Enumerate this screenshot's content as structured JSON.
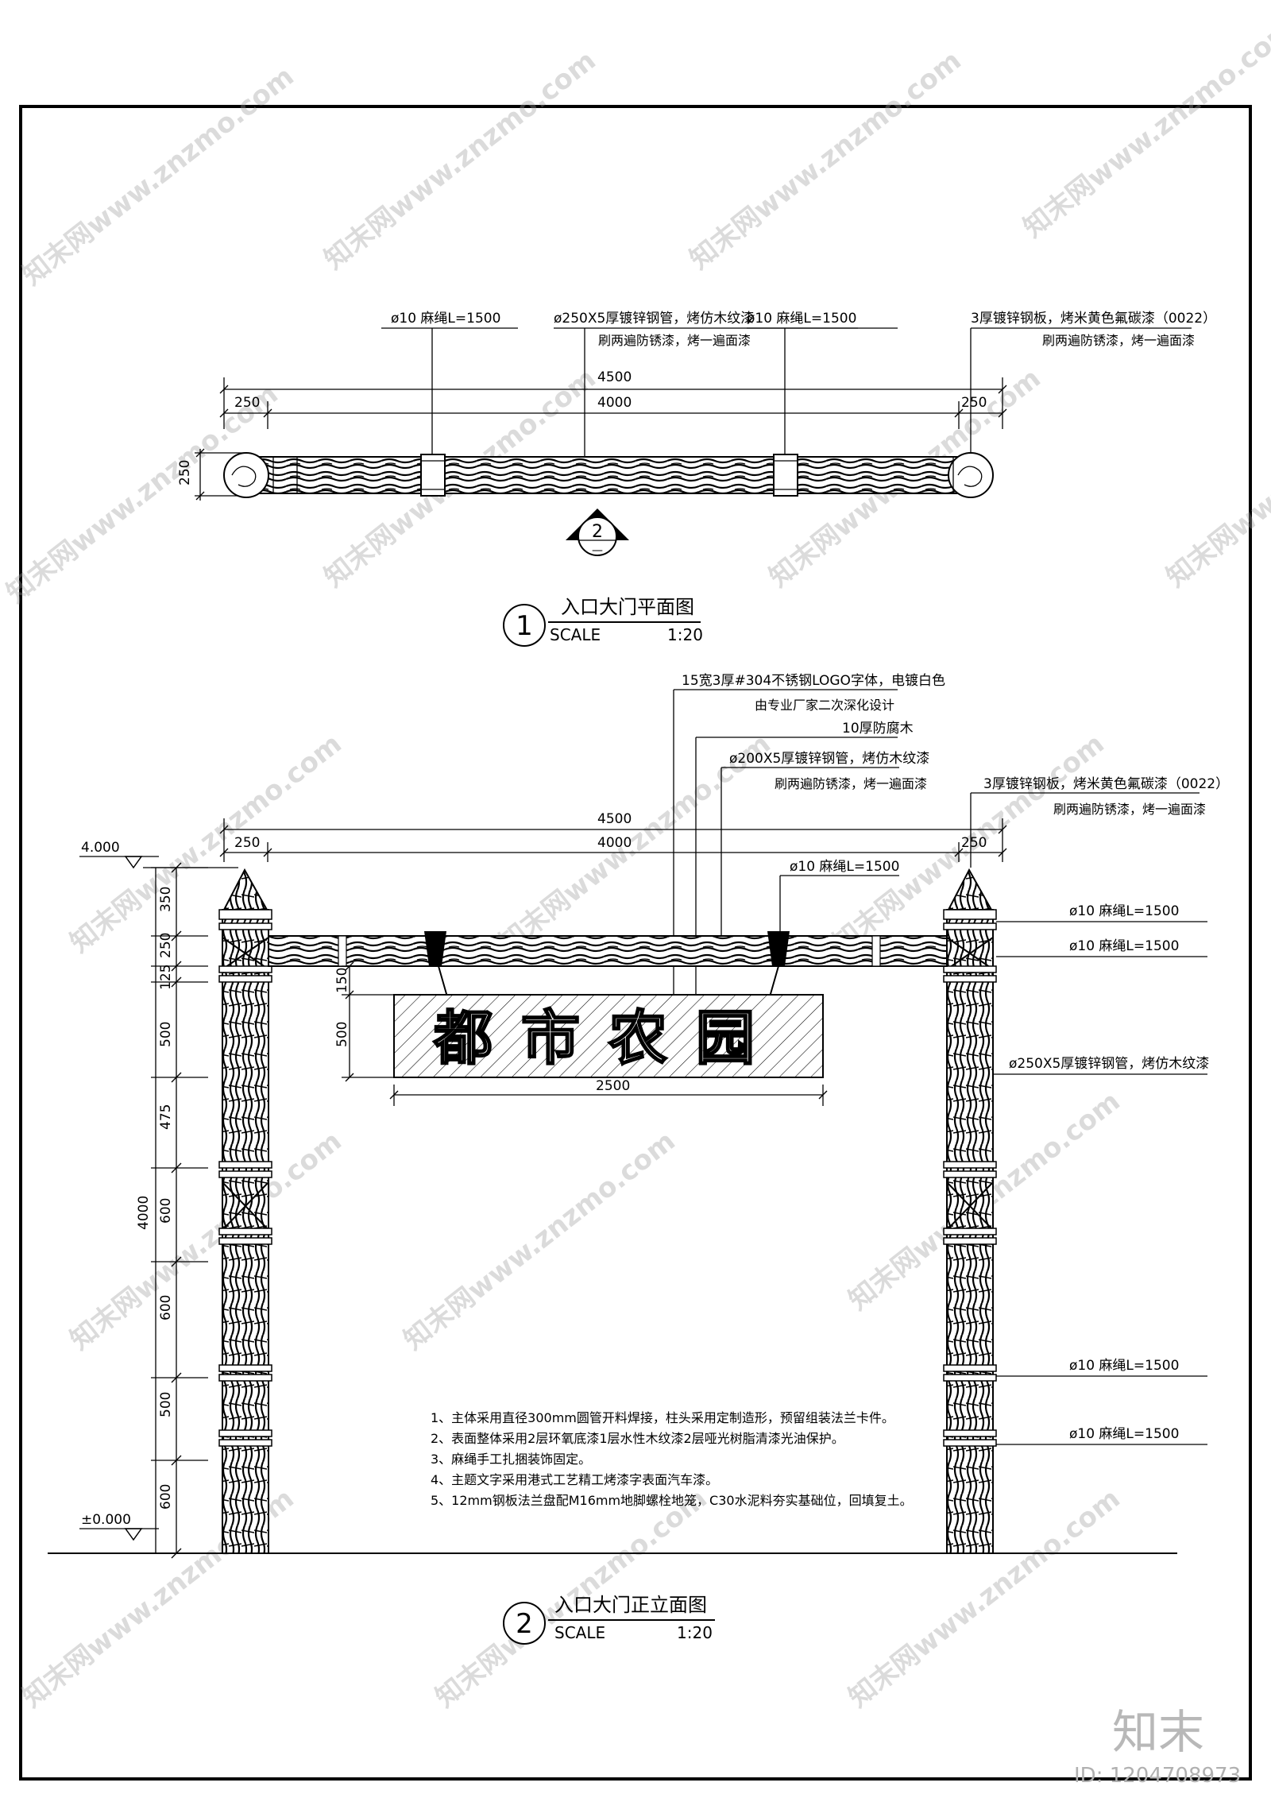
{
  "plan": {
    "callouts": [
      {
        "line1": "ø10 麻绳L=1500",
        "line2": ""
      },
      {
        "line1": "ø250X5厚镀锌钢管，烤仿木纹漆",
        "line2": "刷两遍防锈漆，烤一遍面漆"
      },
      {
        "line1": "ø10 麻绳L=1500",
        "line2": ""
      },
      {
        "line1": "3厚镀锌钢板，烤米黄色氟碳漆（0022）",
        "line2": "刷两遍防锈漆，烤一遍面漆"
      }
    ],
    "dims": {
      "overall": "4500",
      "left": "250",
      "middle": "4000",
      "right": "250",
      "height": "250"
    },
    "section_marker": {
      "number": "2",
      "sheet": "—"
    },
    "title": {
      "number": "1",
      "text": "入口大门平面图",
      "scale_label": "SCALE",
      "scale_value": "1:20"
    }
  },
  "elevation": {
    "level_top": "4.000",
    "level_ground": "±0.000",
    "top_callouts": [
      "15宽3厚#304不锈钢LOGO字体，电镀白色",
      "由专业厂家二次深化设计",
      "10厚防腐木",
      "ø200X5厚镀锌钢管，烤仿木纹漆",
      "刷两遍防锈漆，烤一遍面漆"
    ],
    "right_callout_top": {
      "line1": "3厚镀锌钢板，烤米黄色氟碳漆（0022）",
      "line2": "刷两遍防锈漆，烤一遍面漆"
    },
    "rope_callout_beam": "ø10 麻绳L=1500",
    "right_callouts": [
      "ø10 麻绳L=1500",
      "ø10 麻绳L=1500",
      "ø250X5厚镀锌钢管，烤仿木纹漆",
      "ø10 麻绳L=1500",
      "ø10 麻绳L=1500"
    ],
    "dims": {
      "overall": "4500",
      "left": "250",
      "middle": "4000",
      "right": "250",
      "sign_width": "2500",
      "sign_drop": "150",
      "sign_height": "500",
      "total_height": "4000"
    },
    "vertical_dims": [
      "350",
      "250",
      "125",
      "500",
      "475",
      "600",
      "600",
      "500",
      "600"
    ],
    "sign_text": "都市农园",
    "notes": [
      "1、主体采用直径300mm圆管开料焊接，柱头采用定制造形，预留组装法兰卡件。",
      "2、表面整体采用2层环氧底漆1层水性木纹漆2层哑光树脂清漆光油保护。",
      "3、麻绳手工扎捆装饰固定。",
      "4、主题文字采用港式工艺精工烤漆字表面汽车漆。",
      "5、12mm钢板法兰盘配M16mm地脚螺栓地笼，C30水泥料夯实基础位，回填复土。"
    ],
    "title": {
      "number": "2",
      "text": "入口大门正立面图",
      "scale_label": "SCALE",
      "scale_value": "1:20"
    }
  },
  "watermark": {
    "text": "知末网www.znzmo.com",
    "brand": "知末",
    "id_text": "ID: 1204708973"
  }
}
